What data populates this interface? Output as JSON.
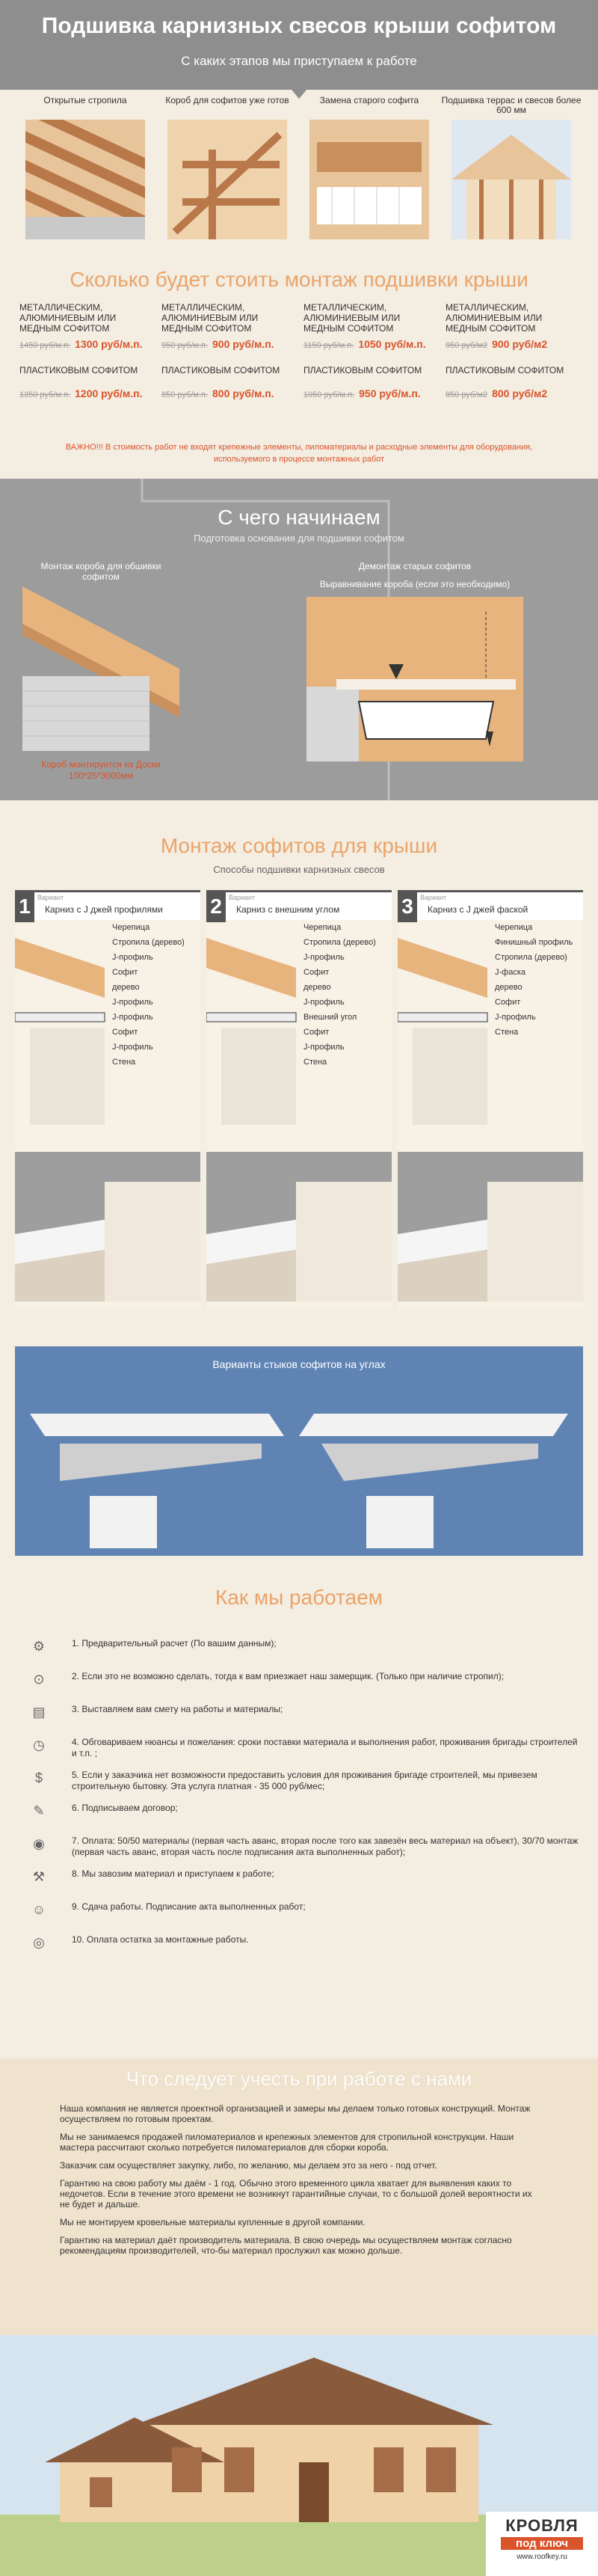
{
  "header": {
    "title": "Подшивка карнизных свесов крыши софитом",
    "subtitle": "С каких этапов мы приступаем к работе"
  },
  "stages": [
    {
      "label": "Открытые стропила"
    },
    {
      "label": "Короб для софитов уже готов"
    },
    {
      "label": "Замена старого софита"
    },
    {
      "label": "Подшивка террас и свесов более 600 мм"
    }
  ],
  "prices": {
    "title": "Сколько будет стоить монтаж подшивки крыши",
    "columns": [
      {
        "metal_label": "МЕТАЛЛИЧЕСКИМ, АЛЮМИНИЕВЫМ ИЛИ МЕДНЫМ СОФИТОМ",
        "metal_old": "1450 руб/м.п.",
        "metal_new": "1300 руб/м.п.",
        "plastic_label": "ПЛАСТИКОВЫМ СОФИТОМ",
        "plastic_old": "1350 руб/м.п.",
        "plastic_new": "1200 руб/м.п."
      },
      {
        "metal_label": "МЕТАЛЛИЧЕСКИМ, АЛЮМИНИЕВЫМ ИЛИ МЕДНЫМ СОФИТОМ",
        "metal_old": "950 руб/м.п.",
        "metal_new": "900 руб/м.п.",
        "plastic_label": "ПЛАСТИКОВЫМ СОФИТОМ",
        "plastic_old": "850 руб/м.п.",
        "plastic_new": "800 руб/м.п."
      },
      {
        "metal_label": "МЕТАЛЛИЧЕСКИМ, АЛЮМИНИЕВЫМ ИЛИ МЕДНЫМ СОФИТОМ",
        "metal_old": "1150 руб/м.п.",
        "metal_new": "1050 руб/м.п.",
        "plastic_label": "ПЛАСТИКОВЫМ СОФИТОМ",
        "plastic_old": "1050 руб/м.п.",
        "plastic_new": "950 руб/м.п."
      },
      {
        "metal_label": "МЕТАЛЛИЧЕСКИМ, АЛЮМИНИЕВЫМ ИЛИ МЕДНЫМ СОФИТОМ",
        "metal_old": "950 руб/м2",
        "metal_new": "900 руб/м2",
        "plastic_label": "ПЛАСТИКОВЫМ СОФИТОМ",
        "plastic_old": "850 руб/м2",
        "plastic_new": "800 руб/м2"
      }
    ],
    "warning": "ВАЖНО!!! В стоимость работ не входят крепежные элементы, пиломатериалы и расходные элементы для оборудования, используемого в процессе монтажных работ"
  },
  "start": {
    "title": "С чего начинаем",
    "subtitle": "Подготовка основания для подшивки софитом",
    "left_label": "Монтаж короба для обшивки софитом",
    "left_note": "Короб монтируется из Доски 100*25*3000мм",
    "right_label": "Демонтаж старых софитов",
    "right_label_2": "Выравнивание короба (если это необходимо)"
  },
  "montage": {
    "title": "Монтаж софитов для крыши",
    "subtitle": "Способы подшивки карнизных свесов",
    "variants": [
      {
        "num": "1",
        "word": "Вариант",
        "name": "Карниз с J джей профилями",
        "labels": [
          "Черепица",
          "Стропила (дерево)",
          "J-профиль",
          "Софит",
          "дерево",
          "J-профиль",
          "J-профиль",
          "Софит",
          "J-профиль",
          "Стена"
        ]
      },
      {
        "num": "2",
        "word": "Вариант",
        "name": "Карниз с внешним углом",
        "labels": [
          "Черепица",
          "Стропила (дерево)",
          "J-профиль",
          "Софит",
          "дерево",
          "J-профиль",
          "Внешний угол",
          "Софит",
          "J-профиль",
          "Стена"
        ]
      },
      {
        "num": "3",
        "word": "Вариант",
        "name": "Карниз с J джей фаской",
        "labels": [
          "Черепица",
          "Финишный профиль",
          "Стропила (дерево)",
          "J-фаска",
          "дерево",
          "Софит",
          "J-профиль",
          "Стена"
        ]
      }
    ]
  },
  "joints": {
    "title": "Варианты стыков софитов на углах"
  },
  "how": {
    "title": "Как мы работаем",
    "steps": [
      {
        "icon": "calculator-icon",
        "glyph": "⚙",
        "text": "1. Предварительный расчет (По вашим данным);"
      },
      {
        "icon": "tape-measure-icon",
        "glyph": "⊙",
        "text": "2. Если это не возможно сделать, тогда к вам приезжает наш замерщик. (Только при наличие стропил);"
      },
      {
        "icon": "document-icon",
        "glyph": "▤",
        "text": "3. Выставляем вам смету на работы и материалы;"
      },
      {
        "icon": "clock-icon",
        "glyph": "◷",
        "text": "4. Обговариваем нюансы и пожелания: сроки поставки материала и выполнения работ, проживания бригады строителей и т.п. ;"
      },
      {
        "icon": "money-icon",
        "glyph": "$",
        "text": "5. Если у заказчика нет возможности предоставить условия для проживания бригаде строителей, мы привезем строительную бытовку. Эта услуга платная - 35 000 руб/мес;"
      },
      {
        "icon": "contract-icon",
        "glyph": "✎",
        "text": "6. Подписываем договор;"
      },
      {
        "icon": "coins-icon",
        "glyph": "◉",
        "text": "7. Оплата: 50/50 материалы (первая часть аванс, вторая после того как завезён весь материал на объект), 30/70 монтаж (первая часть аванс, вторая часть после подписания акта выполненных работ);"
      },
      {
        "icon": "hammer-icon",
        "glyph": "⚒",
        "text": "8. Мы завозим материал и приступаем к работе;"
      },
      {
        "icon": "handshake-icon",
        "glyph": "☺",
        "text": "9. Сдача работы. Подписание акта выполненных работ;"
      },
      {
        "icon": "coins-stack-icon",
        "glyph": "◎",
        "text": "10. Оплата остатка за монтажные работы."
      }
    ]
  },
  "consider": {
    "title": "Что следует учесть при работе с нами",
    "paragraphs": [
      "Наша компания не является проектной организацией и замеры мы делаем только готовых конструкций. Монтаж осуществляем по готовым проектам.",
      "Мы не занимаемся продажей пиломатериалов и крепежных элементов для стропильной конструкции. Наши мастера рассчитают сколько потребуется пиломатериалов для сборки короба.",
      "Заказчик сам осуществляет закупку, либо, по желанию, мы делаем это за него - под отчет.",
      "Гарантию на свою работу мы даём - 1 год. Обычно этого временного цикла хватает для выявления каких то недочетов. Если в течение этого времени не возникнут гарантийные случаи, то с большой долей вероятности их не будет и дальше.",
      "Мы не монтируем кровельные материалы купленные в другой компании.",
      "Гарантию на материал даёт производитель материала. В свою очередь мы осуществляем монтаж согласно рекомендациям производителей, что-бы материал прослужил как можно дольше."
    ]
  },
  "logo": {
    "line1": "КРОВЛЯ",
    "line2": "под ключ",
    "url": "www.roofkey.ru"
  },
  "colors": {
    "accent": "#e9a46b",
    "price_red": "#d9532b",
    "header_grey": "#8e8e8e",
    "joints_blue": "#5f84b4"
  }
}
